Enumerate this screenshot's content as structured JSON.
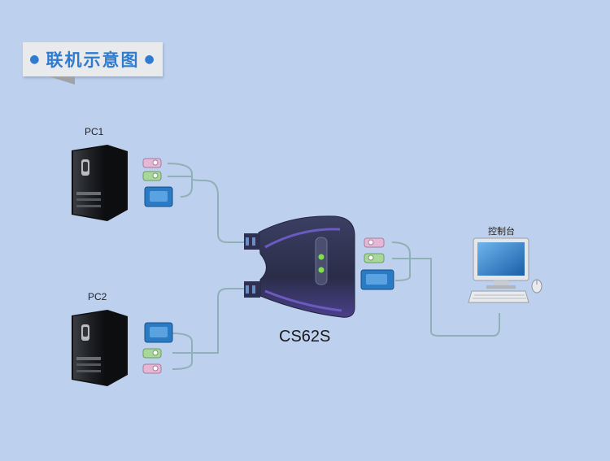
{
  "title": "联机示意图",
  "nodes": {
    "pc1": "PC1",
    "pc2": "PC2",
    "switch": "CS62S",
    "console": "控制台"
  }
}
